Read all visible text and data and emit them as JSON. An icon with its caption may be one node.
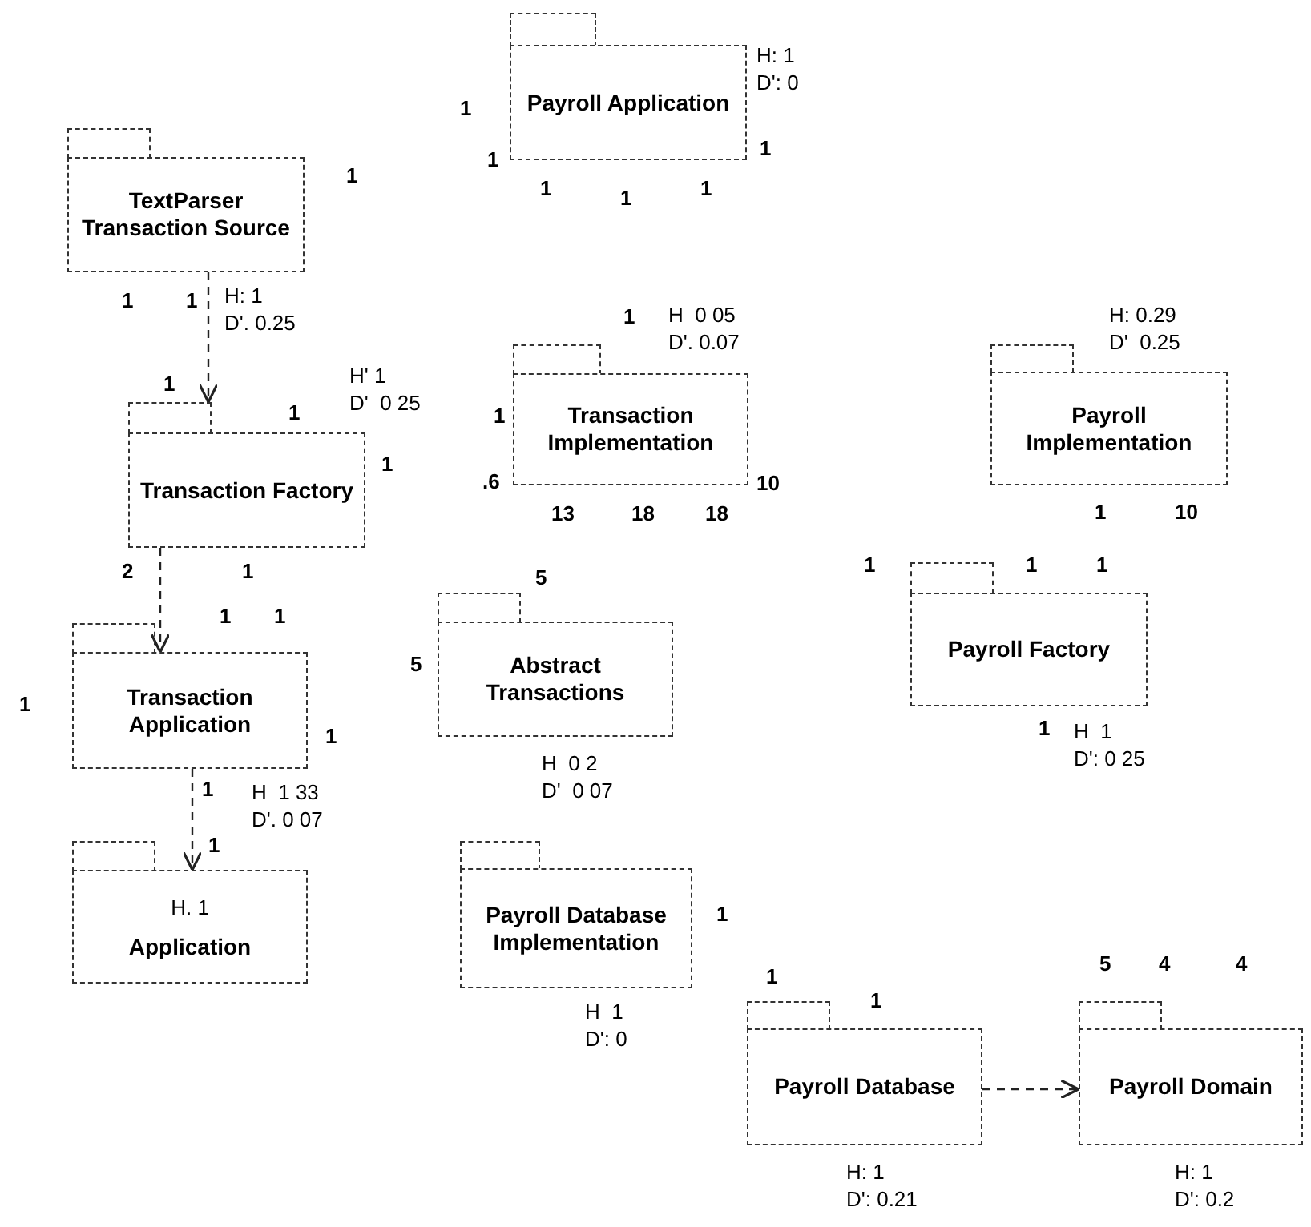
{
  "diagram": {
    "nodes": [
      {
        "text": [
          "Payroll Application"
        ],
        "beside": [
          "H: 1",
          "D': 0"
        ]
      },
      {
        "text": [
          "TextParser Transaction Source"
        ],
        "beside": [
          "H: 1",
          "D'. 0.25"
        ]
      },
      {
        "text": [
          "Transaction Implementation"
        ],
        "beside": [
          "H  0 05",
          "D'. 0.07"
        ]
      },
      {
        "text": [
          "Payroll Implementation"
        ],
        "beside": [
          "H: 0.29",
          "D'  0.25"
        ]
      },
      {
        "text": [
          "Transaction Factory"
        ],
        "beside": [
          "H' 1",
          "D'  0 25"
        ]
      },
      {
        "text": [
          "Abstract Transactions"
        ],
        "beside": [
          "H  0 2",
          "D'  0 07"
        ]
      },
      {
        "text": [
          "Payroll Factory"
        ],
        "beside": [
          "H  1",
          "D': 0 25"
        ]
      },
      {
        "text": [
          "Transaction Application"
        ],
        "beside": [
          "H  1 33",
          "D'. 0 07"
        ]
      },
      {
        "text": [
          "H. 1",
          "Application"
        ]
      },
      {
        "text": [
          "Payroll Database Implementation"
        ],
        "beside": [
          "H  1",
          "D': 0"
        ]
      },
      {
        "text": [
          "Payroll Database"
        ],
        "beside": [
          "H: 1",
          "D': 0.21"
        ]
      },
      {
        "text": [
          "Payroll Domain"
        ],
        "beside": [
          "H: 1",
          "D': 0.2"
        ]
      }
    ],
    "edges": [
      {
        "from": 1,
        "to": 4,
        "arrow": "to",
        "style": "dashed"
      },
      {
        "from": 4,
        "to": 7,
        "arrow": "to",
        "style": "dashed"
      },
      {
        "from": 7,
        "to": 8,
        "arrow": "to",
        "style": "dashed"
      },
      {
        "from": 10,
        "to": 11,
        "arrow": "to",
        "style": "dashed"
      }
    ],
    "labels": [
      "1",
      "1",
      "1",
      "1",
      "1",
      "1",
      "1",
      "1",
      "1",
      "1",
      "1",
      "1",
      "1",
      "1",
      ".6",
      "10",
      "13",
      "18",
      "18",
      "1",
      "10",
      "2",
      "1",
      "5",
      "1",
      "1",
      "1",
      "1",
      "1",
      "5",
      "1",
      "1",
      "1",
      "1",
      "1",
      "1",
      "1",
      "1",
      "5",
      "4",
      "4"
    ]
  }
}
